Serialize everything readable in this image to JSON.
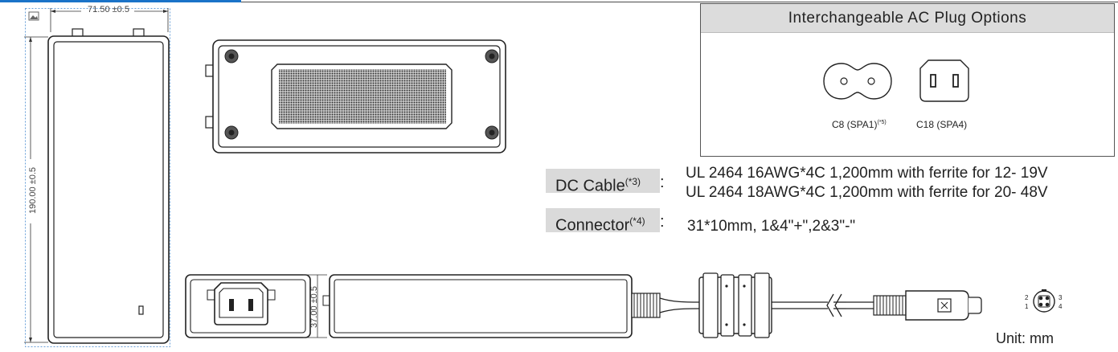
{
  "plug_panel": {
    "title": "Interchangeable AC Plug Options",
    "options": [
      {
        "name": "C8 (SPA1)",
        "note": "(*5)"
      },
      {
        "name": "C18 (SPA4)",
        "note": ""
      }
    ]
  },
  "specs": {
    "dc_cable": {
      "label": "DC Cable",
      "note": "(*3)",
      "colon": ":",
      "lines": [
        "UL 2464 16AWG*4C 1,200mm with ferrite for 12- 19V",
        "UL 2464 18AWG*4C 1,200mm with ferrite for 20- 48V"
      ]
    },
    "connector": {
      "label": "Connector",
      "note": "(*4)",
      "colon": ":",
      "value": "31*10mm, 1&4\"+\",2&3\"-\""
    }
  },
  "dimensions": {
    "width": "71.50 ±0.5",
    "length": "190.00 ±0.5",
    "height": "37.00 ±0.5"
  },
  "pin_labels": [
    "2",
    "1",
    "3",
    "4"
  ],
  "unit": "Unit: mm",
  "icons": {
    "corner_image": "image-icon"
  },
  "colors": {
    "accent": "#1a73c8",
    "header_gray": "#dcdcdc",
    "label_gray": "#dadada"
  }
}
